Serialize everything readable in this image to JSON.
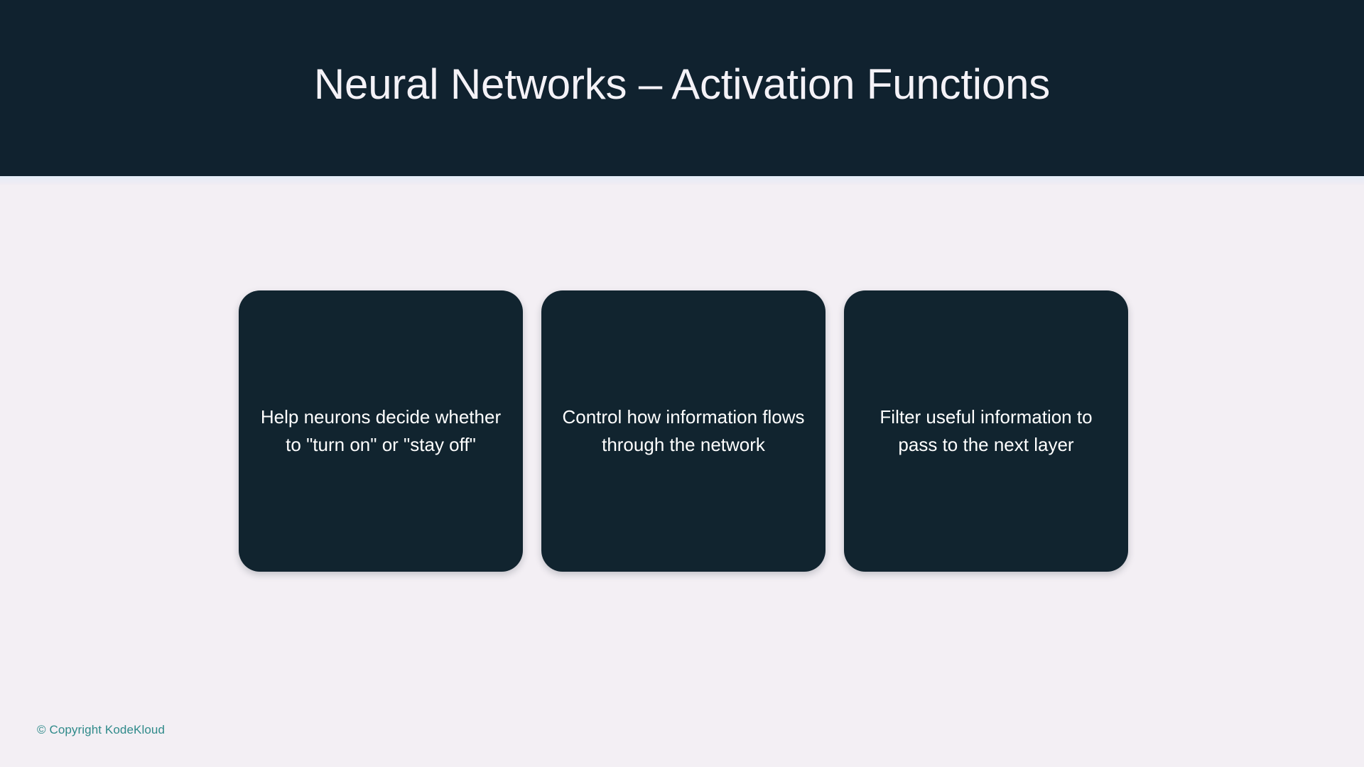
{
  "slide": {
    "title": "Neural Networks – Activation Functions",
    "theme": {
      "header_bg": "#10222F",
      "page_bg": "#F3EFF4",
      "card_bg": "#11242F",
      "title_color": "#F4F2F7",
      "card_text_color": "#FFFFFF",
      "footer_color": "#2F8A8A"
    },
    "cards": [
      {
        "text": "Help neurons decide whether to \"turn on\" or \"stay off\""
      },
      {
        "text": "Control how information flows through the network"
      },
      {
        "text": "Filter useful information to pass to the next layer"
      }
    ],
    "footer": {
      "copyright": "© Copyright KodeKloud"
    }
  }
}
